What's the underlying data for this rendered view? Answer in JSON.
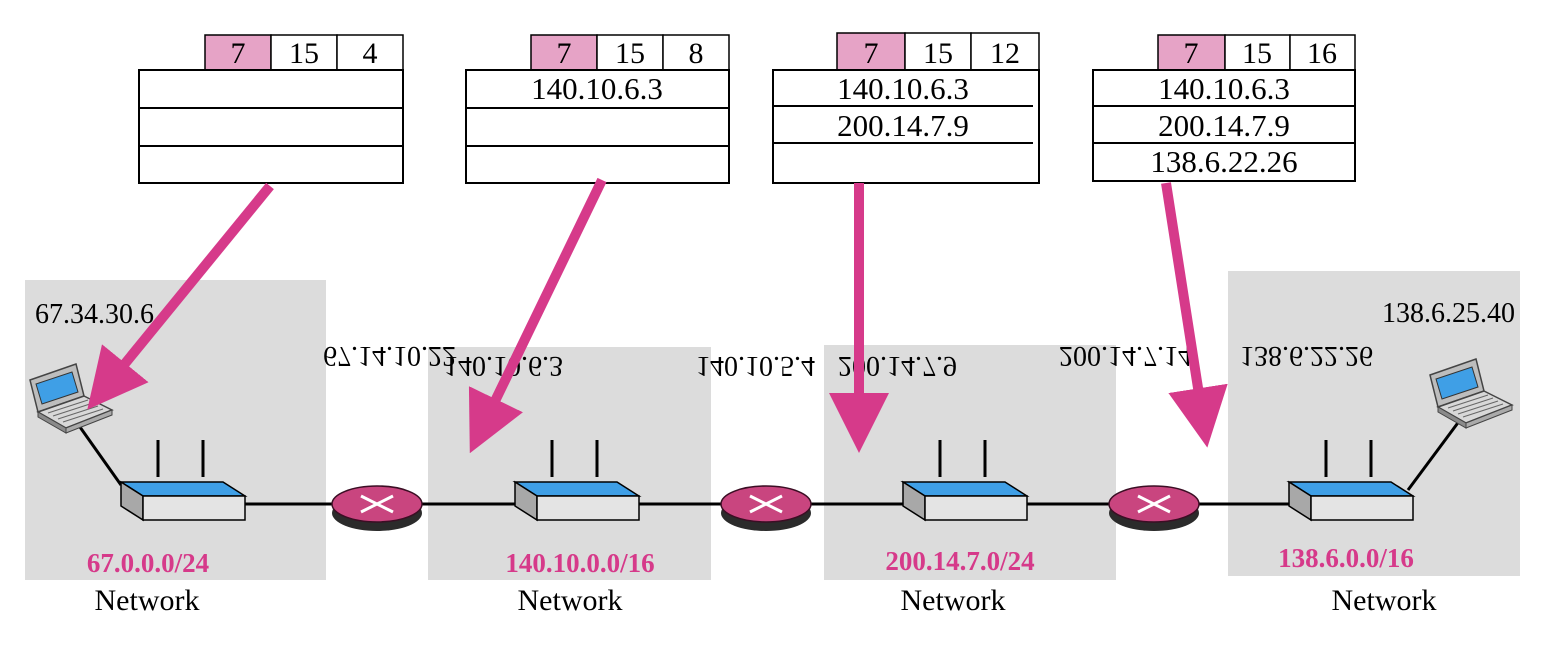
{
  "colors": {
    "accent": "#d63a8a",
    "header_fill": "#e6a3c6",
    "network_bg": "#dcdcdc",
    "router_fill": "#c9457f",
    "switch_top": "#3f9fe6",
    "screen": "#3f9fe6"
  },
  "packets": [
    {
      "header": [
        "7",
        "15",
        "4"
      ],
      "addresses": [
        "",
        "",
        ""
      ]
    },
    {
      "header": [
        "7",
        "15",
        "8"
      ],
      "addresses": [
        "140.10.6.3",
        "",
        ""
      ]
    },
    {
      "header": [
        "7",
        "15",
        "12"
      ],
      "addresses": [
        "140.10.6.3",
        "200.14.7.9",
        ""
      ]
    },
    {
      "header": [
        "7",
        "15",
        "16"
      ],
      "addresses": [
        "140.10.6.3",
        "200.14.7.9",
        "138.6.22.26"
      ]
    }
  ],
  "networks": [
    {
      "prefix": "67.0.0.0/24",
      "label": "Network",
      "host_ip": "67.34.30.6",
      "iface_ip": "67.14.10.22"
    },
    {
      "prefix": "140.10.0.0/16",
      "label": "Network",
      "left_ip": "140.10.6.3",
      "right_ip": "140.10.5.4"
    },
    {
      "prefix": "200.14.7.0/24",
      "label": "Network",
      "left_ip": "200.14.7.9",
      "right_ip": "200.14.7.14"
    },
    {
      "prefix": "138.6.0.0/16",
      "label": "Network",
      "left_ip": "138.6.22.26",
      "host_ip": "138.6.25.40"
    }
  ],
  "icons": {
    "host": "laptop-icon",
    "switch": "switch-icon",
    "router": "router-icon"
  }
}
